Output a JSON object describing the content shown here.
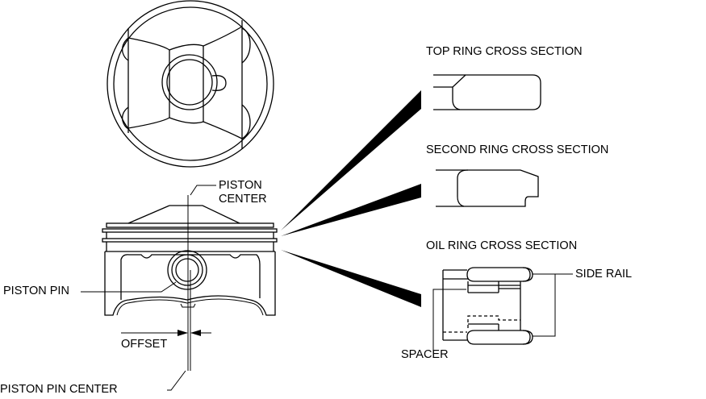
{
  "labels": {
    "piston_center": [
      "PISTON",
      "CENTER"
    ],
    "piston_pin": "PISTON PIN",
    "offset": "OFFSET",
    "piston_pin_center": "PISTON PIN CENTER",
    "top_ring": "TOP RING CROSS SECTION",
    "second_ring": "SECOND RING CROSS SECTION",
    "oil_ring": "OIL RING CROSS SECTION",
    "side_rail": "SIDE RAIL",
    "spacer": "SPACER"
  },
  "colors": {
    "line": "#000000",
    "background": "#ffffff"
  }
}
